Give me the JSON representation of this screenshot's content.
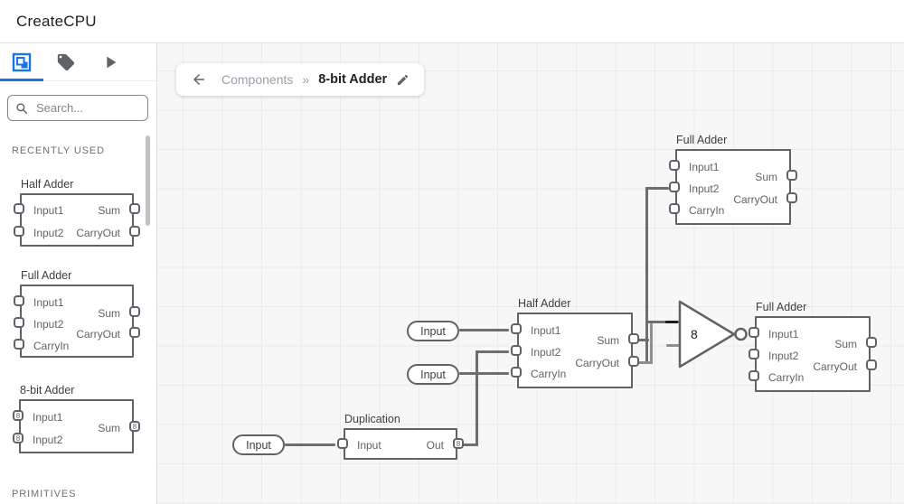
{
  "app": {
    "title": "CreateCPU"
  },
  "icons": {
    "tab1": "component-frame",
    "tab2": "tag",
    "tab3": "play",
    "search": "magnifier",
    "back": "arrow-left",
    "edit": "pencil"
  },
  "sidebar": {
    "search_placeholder": "Search...",
    "section_recent": "RECENTLY USED",
    "section_primitives": "PRIMITIVES",
    "library": [
      {
        "title": "Half Adder",
        "in1": "Input1",
        "in2": "Input2",
        "sum": "Sum",
        "cout": "CarryOut"
      },
      {
        "title": "Full Adder",
        "in1": "Input1",
        "in2": "Input2",
        "cin": "CarryIn",
        "sum": "Sum",
        "cout": "CarryOut"
      },
      {
        "title": "8-bit Adder",
        "in1": "Input1",
        "in2": "Input2",
        "sum": "Sum",
        "bus": "8"
      }
    ]
  },
  "breadcrumb": {
    "parent": "Components",
    "separator": "»",
    "current": "8-bit Adder"
  },
  "canvas": {
    "nodes": {
      "fa_top": {
        "title": "Full Adder",
        "in1": "Input1",
        "in2": "Input2",
        "cin": "CarryIn",
        "sum": "Sum",
        "cout": "CarryOut"
      },
      "ha": {
        "title": "Half Adder",
        "in1": "Input1",
        "in2": "Input2",
        "cin": "CarryIn",
        "sum": "Sum",
        "cout": "CarryOut"
      },
      "fa_right": {
        "title": "Full Adder",
        "in1": "Input1",
        "in2": "Input2",
        "cin": "CarryIn",
        "sum": "Sum",
        "cout": "CarryOut"
      },
      "dup": {
        "title": "Duplication",
        "in": "Input",
        "out": "Out",
        "bus": "8"
      }
    },
    "input_pill": "Input",
    "gate": {
      "label": "8"
    }
  },
  "colors": {
    "accent": "#1a73e8",
    "wire": "#6e6e6e",
    "component_border": "#5f6368",
    "canvas_bg": "#f7f7f7"
  }
}
